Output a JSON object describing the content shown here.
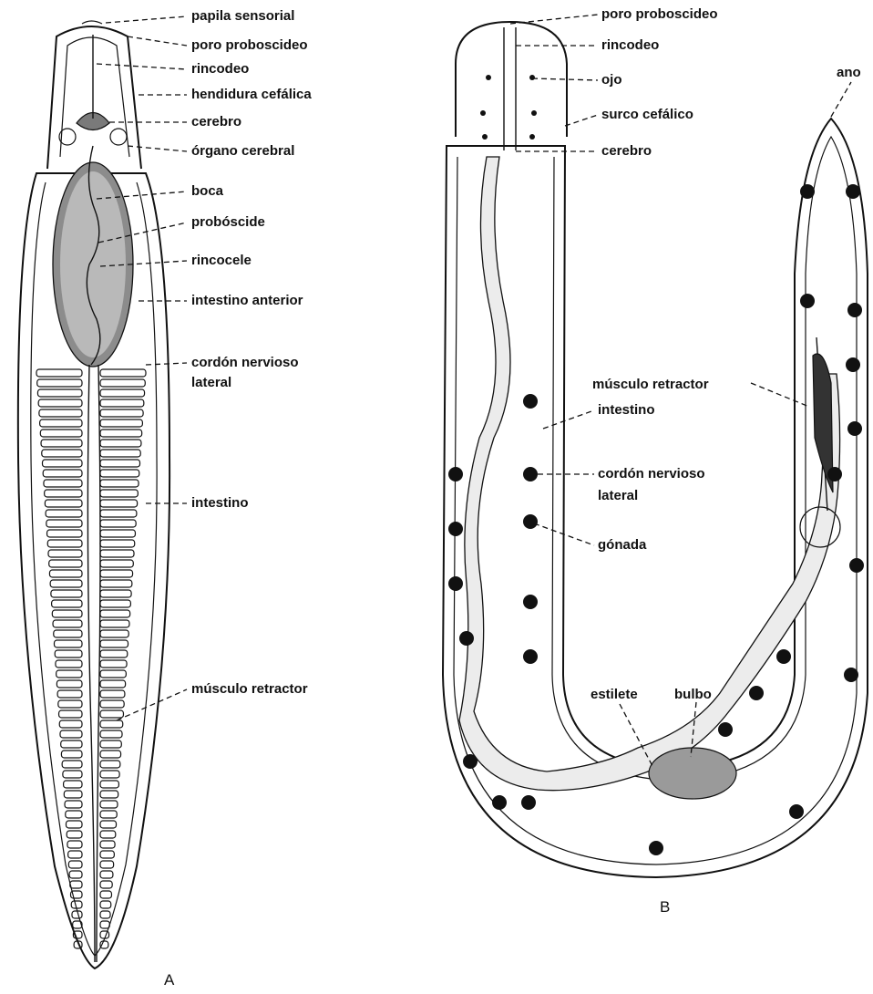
{
  "figure": {
    "panel_a": {
      "letter": "A",
      "labels": [
        "papila sensorial",
        "poro proboscideo",
        "rincodeo",
        "hendidura cefálica",
        "cerebro",
        "órgano cerebral",
        "boca",
        "probóscide",
        "rincocele",
        "intestino anterior",
        "cordón nervioso",
        "lateral",
        "intestino",
        "músculo retractor"
      ]
    },
    "panel_b": {
      "letter": "B",
      "labels": [
        "poro proboscideo",
        "rincodeo",
        "ojo",
        "surco cefálico",
        "cerebro",
        "ano",
        "músculo retractor",
        "intestino",
        "cordón nervioso",
        "lateral",
        "gónada",
        "estilete",
        "bulbo"
      ]
    }
  },
  "colors": {
    "ink": "#111111",
    "paper": "#ffffff",
    "stipple": "#ececec",
    "organ": "#7a7a7a"
  }
}
